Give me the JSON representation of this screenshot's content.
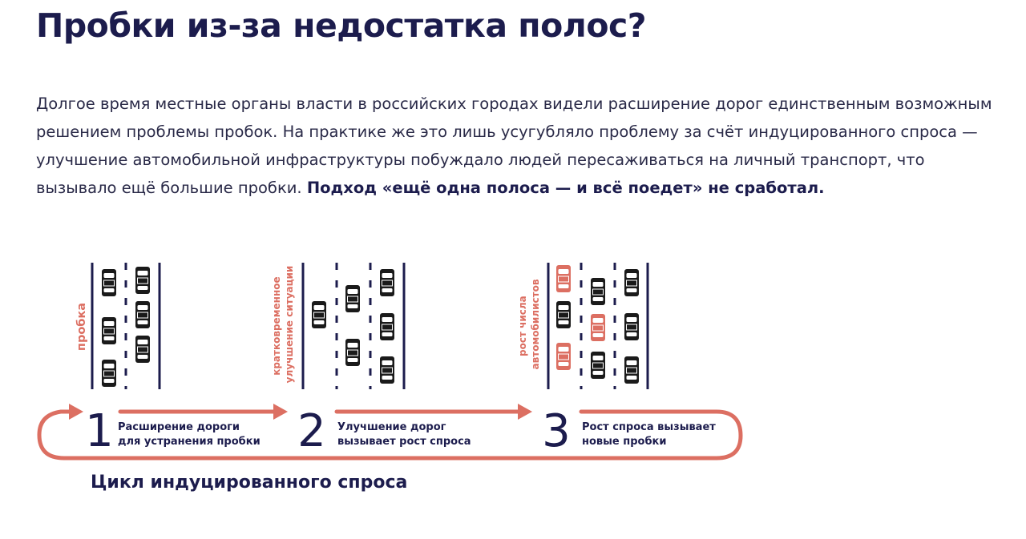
{
  "title": "Пробки из-за недостатка полос?",
  "intro": {
    "text": "Долгое время местные органы власти в российских городах видели расширение дорог единственным возможным решением проблемы пробок. На практике же это лишь усугубляло проблему за счёт индуцированного спроса — улучшение автомобильной инфраструктуры побуждало людей пересаживаться на личный транспорт, что вызывало ещё большие пробки. ",
    "bold": "Подход «ещё одна полоса — и всё поедет» не сработал."
  },
  "colors": {
    "navy": "#1c1c4d",
    "accent": "#dc6f62",
    "car_body": "#1a1a1a",
    "car_glass": "#ffffff"
  },
  "cycle": {
    "stages": [
      {
        "number": "1",
        "label_lines": [
          "Расширение дороги",
          "для устранения пробки"
        ],
        "side_label_lines": [
          "пробка"
        ],
        "side_label_color": "accent"
      },
      {
        "number": "2",
        "label_lines": [
          "Улучшение дорог",
          "вызывает рост спроса"
        ],
        "side_label_lines": [
          "кратковременное",
          "улучшение ситуации"
        ],
        "side_label_color": "accent"
      },
      {
        "number": "3",
        "label_lines": [
          "Рост спроса вызывает",
          "новые пробки"
        ],
        "side_label_lines": [
          "рост числа",
          "автомобилистов"
        ],
        "side_label_color": "accent"
      }
    ],
    "caption": "Цикл индуцированного спроса"
  }
}
